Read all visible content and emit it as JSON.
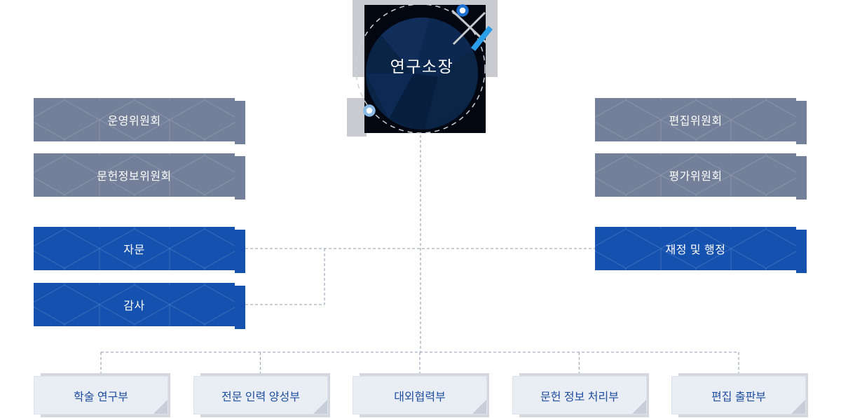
{
  "title": {
    "root_label": "연구소장"
  },
  "committees_left": [
    {
      "label": "운영위원회"
    },
    {
      "label": "문헌정보위원회"
    }
  ],
  "committees_right": [
    {
      "label": "편집위원회"
    },
    {
      "label": "평가위원회"
    }
  ],
  "advisory_left": [
    {
      "label": "자문"
    },
    {
      "label": "감사"
    }
  ],
  "advisory_right": [
    {
      "label": "재정 및 행정"
    }
  ],
  "departments": [
    {
      "label": "학술 연구부"
    },
    {
      "label": "전문 인력 양성부"
    },
    {
      "label": "대외협력부"
    },
    {
      "label": "문헌 정보 처리부"
    },
    {
      "label": "편집 출판부"
    }
  ],
  "colors": {
    "committee_box": "#74809a",
    "blue_box": "#1551af",
    "circle_fill": "#0a2446",
    "dept_box": "#e9edf4",
    "dept_text": "#1c4d9e",
    "connector": "#a3afbd",
    "accent_slash": "#2a9ee9",
    "dot_ring_dark": "#1a6fd0",
    "dot_ring_light": "#8ab9e6"
  }
}
